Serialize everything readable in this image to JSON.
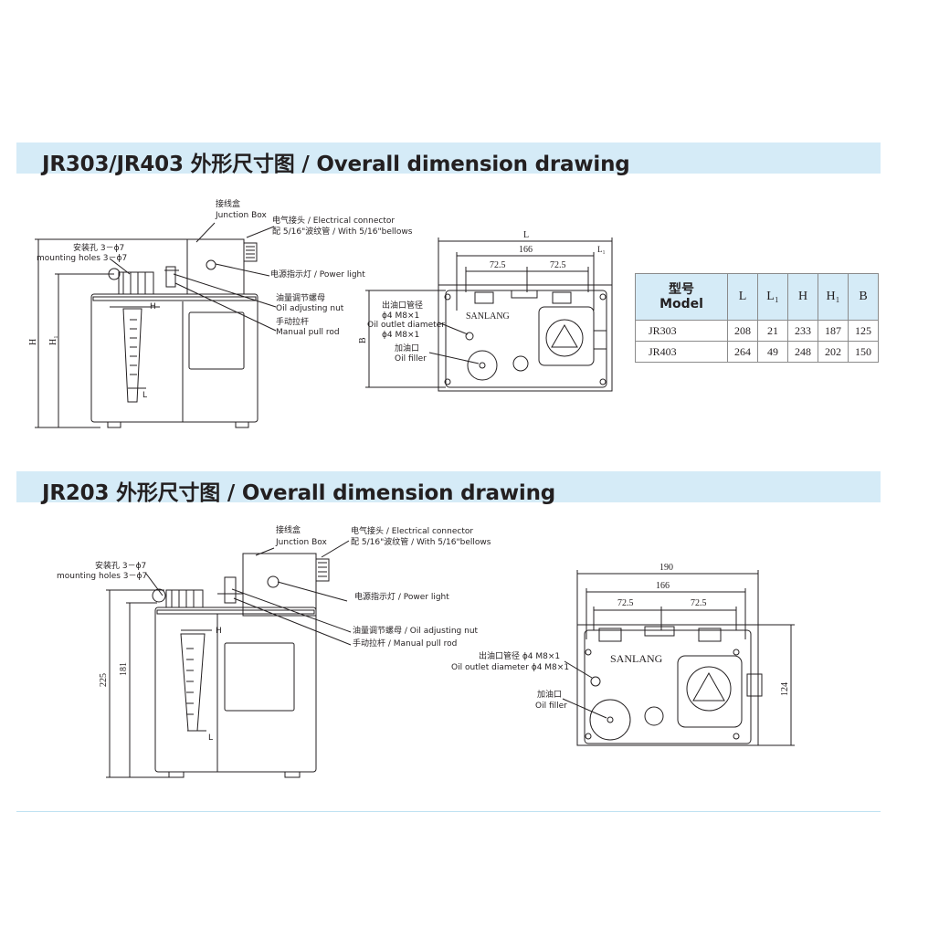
{
  "section1": {
    "title": "JR303/JR403 外形尺寸图 / Overall dimension drawing"
  },
  "section2": {
    "title": "JR203 外形尺寸图 / Overall dimension drawing"
  },
  "labels": {
    "junction_box_cn": "接线盒",
    "junction_box_en": "Junction Box",
    "electrical_connector": "电气接头 / Electrical connector",
    "bellows": "配 5/16\"波纹管 / With 5/16\"bellows",
    "mount_cn": "安装孔 3－ϕ7",
    "mount_en": "mounting holes 3－ϕ7",
    "power_light": "电源指示灯 / Power light",
    "adjust_nut_cn": "油量调节螺母",
    "adjust_nut_en": "Oil adjusting nut",
    "pull_rod_cn": "手动拉杆",
    "pull_rod_en": "Manual pull rod",
    "adjust_nut_full": "油量调节螺母 / Oil adjusting nut",
    "pull_rod_full": "手动拉杆 / Manual pull rod",
    "outlet_cn": "出油口管径",
    "outlet_dim": "ϕ4  M8×1",
    "outlet_en": "Oil outlet diameter",
    "outlet_line_cn": "出油口管径 ϕ4  M8×1",
    "outlet_line_en": "Oil outlet diameter ϕ4  M8×1",
    "filler_cn": "加油口",
    "filler_en": "Oil filler",
    "brand": "SANLANG",
    "level_h": "H",
    "level_l": "L"
  },
  "dims1": {
    "H": "H",
    "H1": "H₁",
    "L": "L",
    "L1": "L₁",
    "B": "B",
    "w166": "166",
    "w72a": "72.5",
    "w72b": "72.5"
  },
  "dims2": {
    "h225": "225",
    "h181": "181",
    "w190": "190",
    "w166": "166",
    "w72a": "72.5",
    "w72b": "72.5",
    "h124": "124"
  },
  "spec_table": {
    "headers": [
      "型号",
      "Model",
      "L",
      "L₁",
      "H",
      "H₁",
      "B"
    ],
    "rows": [
      [
        "JR303",
        "208",
        "21",
        "233",
        "187",
        "125"
      ],
      [
        "JR403",
        "264",
        "49",
        "248",
        "202",
        "150"
      ]
    ]
  },
  "colors": {
    "banner": "#d5ebf7",
    "line": "#231f20"
  }
}
